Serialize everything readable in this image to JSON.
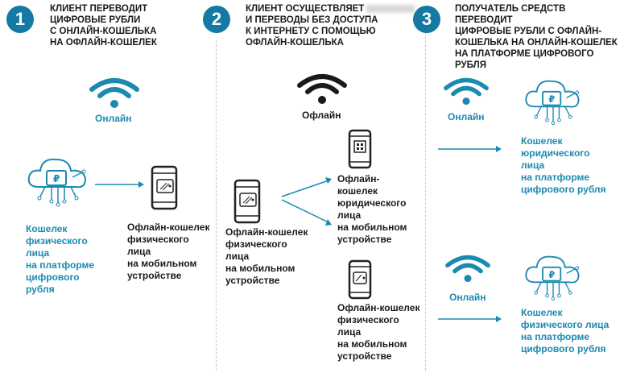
{
  "steps": [
    {
      "number": "1",
      "title": [
        "КЛИЕНТ ПЕРЕВОДИТ",
        "ЦИФРОВЫЕ РУБЛИ",
        "С ОНЛАЙН-КОШЕЛЬКА",
        "НА ОФЛАЙН-КОШЕЛЕК"
      ]
    },
    {
      "number": "2",
      "title": [
        "КЛИЕНТ ОСУЩЕСТВЛЯЕТ",
        "И ПЕРЕВОДЫ БЕЗ ДОСТУПА",
        "К ИНТЕРНЕТУ С ПОМОЩЬЮ",
        "ОФЛАЙН-КОШЕЛЬКА"
      ]
    },
    {
      "number": "3",
      "title": [
        "ПОЛУЧАТЕЛЬ СРЕДСТВ ПЕРЕВОДИТ",
        "ЦИФРОВЫЕ РУБЛИ С ОФЛАЙН-",
        "КОШЕЛЬКА НА ОНЛАЙН-КОШЕЛЕК",
        "НА ПЛАТФОРМЕ ЦИФРОВОГО РУБЛЯ"
      ]
    }
  ],
  "status": {
    "online": "Онлайн",
    "offline": "Офлайн"
  },
  "labels": {
    "s1_cloud": [
      "Кошелек",
      "физического",
      "лица",
      "на платформе",
      "цифрового",
      "рубля"
    ],
    "s1_phone": [
      "Офлайн-кошелек",
      "физического",
      "лица",
      "на мобильном",
      "устройстве"
    ],
    "s2_phone": [
      "Офлайн-кошелек",
      "физического",
      "лица",
      "на мобильном",
      "устройстве"
    ],
    "s2_legal": [
      "Офлайн-",
      "кошелек",
      "юридического",
      "лица",
      "на мобильном",
      "устройстве"
    ],
    "s2_person": [
      "Офлайн-кошелек",
      "физического",
      "лица",
      "на мобильном",
      "устройстве"
    ],
    "s3_legal": [
      "Кошелек",
      "юридического",
      "лица",
      "на платформе",
      "цифрового рубля"
    ],
    "s3_person": [
      "Кошелек",
      "физического лица",
      "на платформе",
      "цифрового рубля"
    ]
  },
  "colors": {
    "accent": "#1b8ab1",
    "badge": "#1479a3",
    "text": "#1a1a1a"
  },
  "icons": [
    "wifi-icon",
    "cloud-wallet-icon",
    "phone-wallet-icon",
    "phone-qr-icon",
    "arrow-icon"
  ]
}
